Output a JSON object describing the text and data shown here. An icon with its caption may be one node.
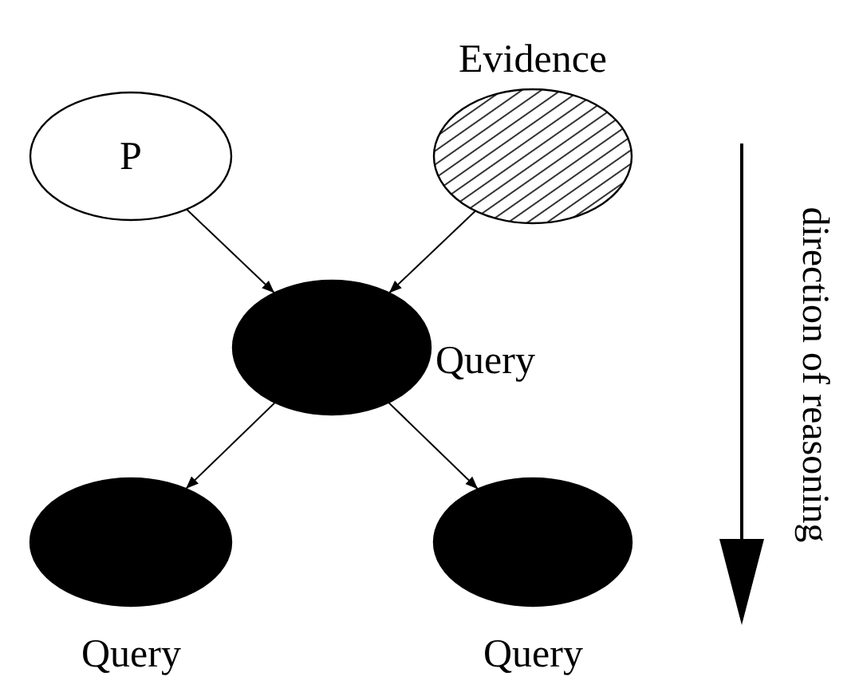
{
  "diagram": {
    "nodes": [
      {
        "text": [
          "P"
        ]
      },
      {
        "text": [
          "Evidence"
        ]
      },
      {
        "text": [
          "Query"
        ]
      },
      {
        "text": [
          "Query"
        ]
      },
      {
        "text": [
          "Query"
        ]
      }
    ],
    "edges": [
      {
        "from": 0,
        "to": 2,
        "arrow": "to"
      },
      {
        "from": 1,
        "to": 2,
        "arrow": "to"
      },
      {
        "from": 2,
        "to": 3,
        "arrow": "to"
      },
      {
        "from": 2,
        "to": 4,
        "arrow": "to"
      }
    ],
    "labels": [
      "direction of reasoning"
    ]
  }
}
